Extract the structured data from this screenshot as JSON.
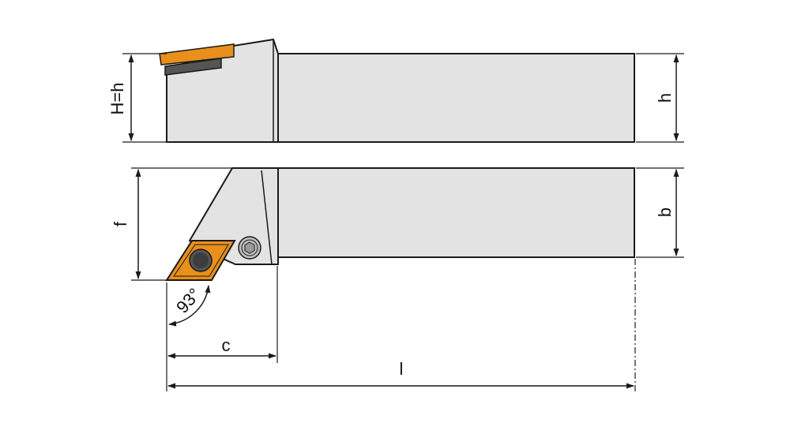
{
  "labels": {
    "height_side": "H=h",
    "height_right": "h",
    "width_right": "b",
    "offset": "f",
    "angle": "93°",
    "insert_offset": "c",
    "length": "l"
  },
  "colors": {
    "body_fill": "#e3e3e3",
    "outline": "#1a1a1a",
    "insert_fill": "#e88f1c",
    "shim_fill": "#555555",
    "screw_fill": "#bdbdbd",
    "background": "#ffffff"
  }
}
